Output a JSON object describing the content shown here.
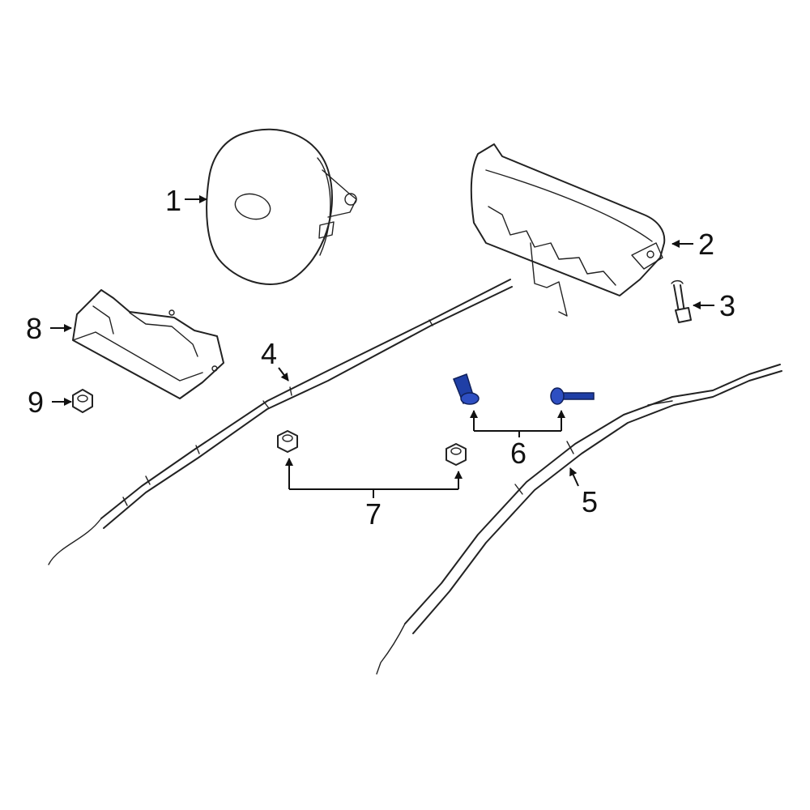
{
  "highlight_color": "#1f3fa6",
  "callouts": [
    {
      "id": "1",
      "text": "1"
    },
    {
      "id": "2",
      "text": "2"
    },
    {
      "id": "3",
      "text": "3"
    },
    {
      "id": "4",
      "text": "4"
    },
    {
      "id": "5",
      "text": "5"
    },
    {
      "id": "6",
      "text": "6"
    },
    {
      "id": "7",
      "text": "7"
    },
    {
      "id": "8",
      "text": "8"
    },
    {
      "id": "9",
      "text": "9"
    }
  ],
  "highlighted_parts": [
    "6"
  ]
}
